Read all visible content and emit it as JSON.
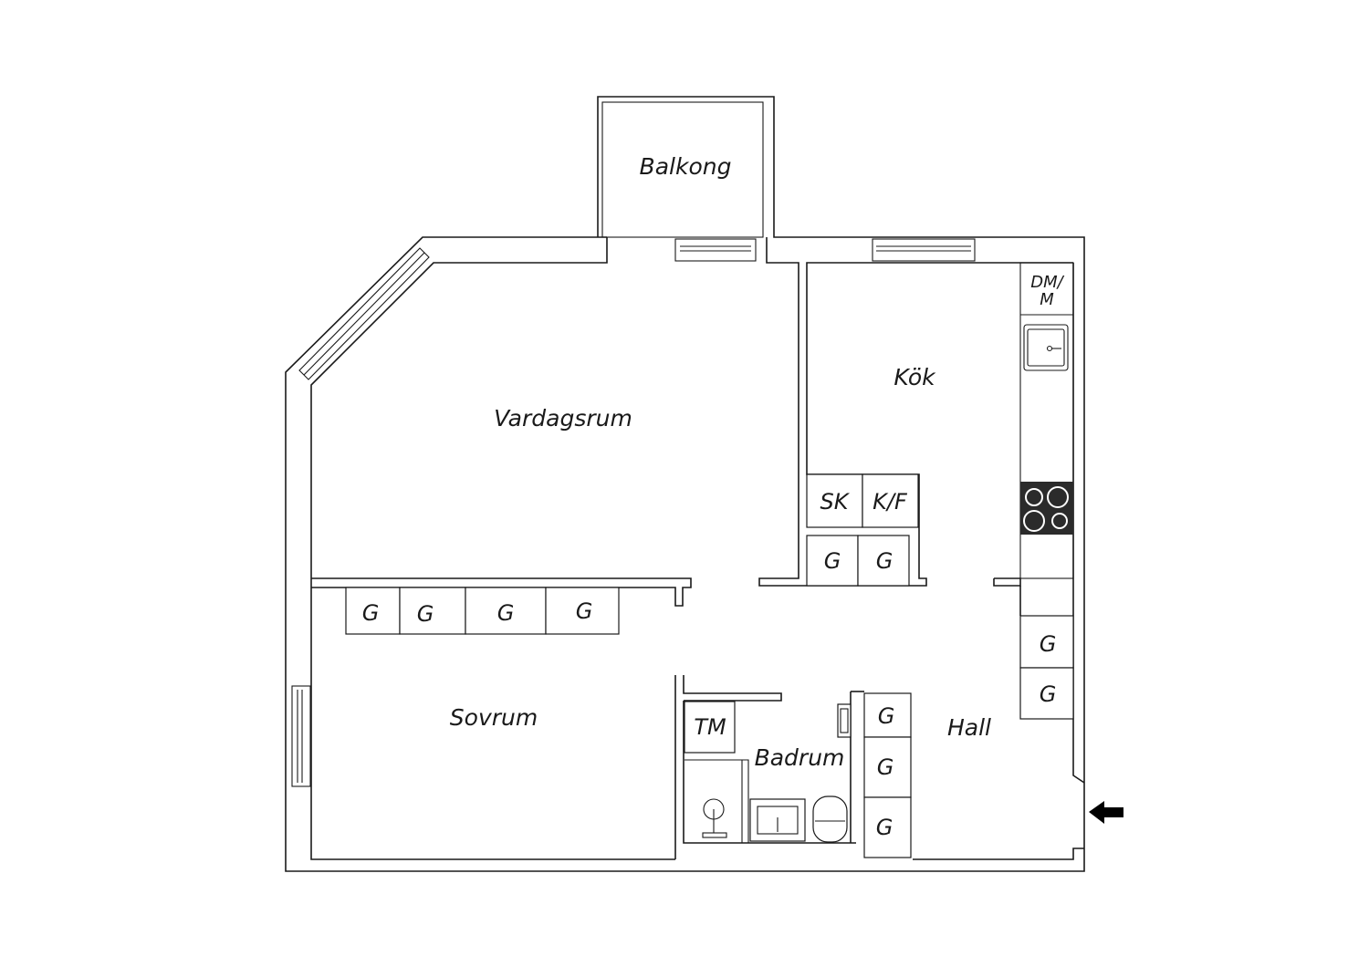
{
  "rooms": {
    "balkong": "Balkong",
    "vardagsrum": "Vardagsrum",
    "kok": "Kök",
    "sovrum": "Sovrum",
    "badrum": "Badrum",
    "hall": "Hall"
  },
  "fixtures": {
    "wardrobe": "G",
    "freezer": "SK",
    "fridge_freezer": "K/F",
    "dishwasher_micro_line1": "DM/",
    "dishwasher_micro_line2": "M",
    "washing_machine": "TM"
  },
  "colors": {
    "line": "#1a1a1a",
    "background": "#ffffff",
    "stove": "#2b2b2b"
  },
  "icons": {
    "entrance": "entrance-arrow-icon"
  }
}
